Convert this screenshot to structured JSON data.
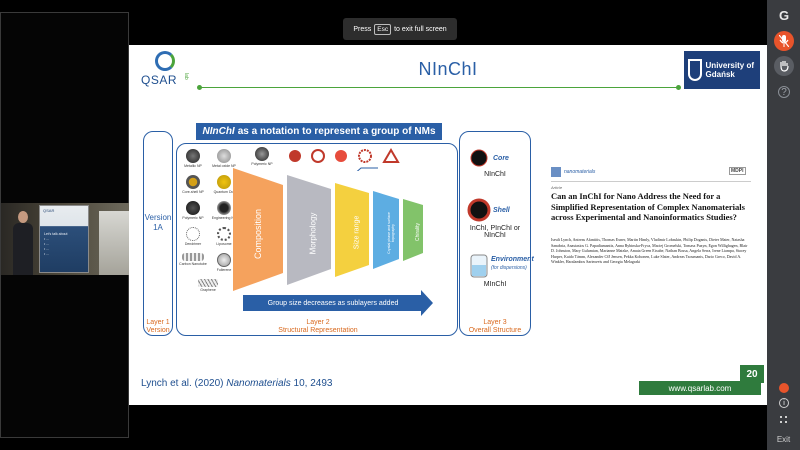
{
  "fullscreen_banner": {
    "press": "Press",
    "key": "Esc",
    "rest": "to exit full screen"
  },
  "toolbar": {
    "g_label": "G",
    "exit_label": "Exit"
  },
  "camera": {
    "banner_title": "QSAR",
    "banner_lines": [
      "Let's talk about",
      "• ...",
      "• ...",
      "• ...",
      "• ..."
    ]
  },
  "slide": {
    "logo_text": "QSAR",
    "logo_sub": "lab",
    "title": "NInChI",
    "university": "University of Gdańsk",
    "notation_italic": "NInChI",
    "notation_rest": "as a notation to represent a group of NMs",
    "version_label": "Version 1A",
    "layer1": "Layer 1 Version",
    "layer2_a": "Layer 2",
    "layer2_b": "Structural Representation",
    "layer3_a": "Layer 3",
    "layer3_b": "Overall Structure",
    "np_items": [
      "Metallic NP",
      "Metal oxide NP",
      "Core-shell NP",
      "Quantum Dot",
      "Polymeric NP",
      "Engineering NP",
      "Dendrimer",
      "Liposome",
      "Fullerene",
      "Carbon Nanotube",
      "Graphene"
    ],
    "polymeric_top": "Polymeric NP",
    "funnels": [
      "Composition",
      "Morphology",
      "Size range",
      "Crystal phase and surface topography",
      "Chirality"
    ],
    "arrow_text": "Group size decreases as sublayers added",
    "core_tag": "Core",
    "core_text": "NInChI",
    "shell_tag": "Shell",
    "shell_text": "InChI, PInChI or NInChI",
    "env_tag": "Environment",
    "env_sub": "(for dispersions)",
    "env_text": "MInChI",
    "journal": "nanomaterials",
    "mdpi": "MDPI",
    "article_lbl": "Article",
    "paper_title": "Can an InChI for Nano Address the Need for a Simplified Representation of Complex Nanomaterials across Experimental and Nanoinformatics Studies?",
    "paper_authors": "Iseult Lynch, Antreas Afantitis, Thomas Exner, Martin Himly, Vladimir Lobaskin, Philip Doganis, Dieter Maier, Natasha Sanabria, Anastasios G. Papadiamantis, Anna Rybinska-Fryca, Maciej Gromelski, Tomasz Puzyn, Egon Willighagen, Blair D. Johnston, Mary Gulumian, Marianne Matzke, Amaia Green Etxabe, Nathan Bossa, Angela Serra, Irene Liampa, Stacey Harper, Kaido Tämm, Alexander CØ Jensen, Pekka Kohonen, Luke Slater, Andreas Tsoumanis, Dario Greco, David A. Winkler, Haralambos Sarimveis and Georgia Melagraki",
    "citation_a": "Lynch et al. (2020)",
    "citation_journal": "Nanomaterials",
    "citation_b": "10, 2493",
    "url": "www.qsarlab.com",
    "page_number": "20"
  }
}
